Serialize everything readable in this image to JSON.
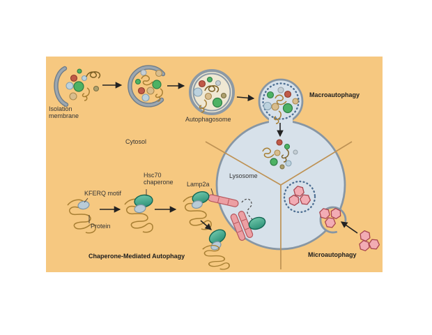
{
  "diagram": {
    "pathway_titles": {
      "macroautophagy": "Macroautophagy",
      "chaperone_mediated_autophagy": "Chaperone-Mediated Autophagy",
      "microautophagy": "Microautophagy"
    },
    "labels": {
      "isolation_membrane": "Isolation membrane",
      "autophagosome": "Autophagosome",
      "cytosol": "Cytosol",
      "lysosome": "Lysosome",
      "hsc70_chaperone": "Hsc70 chaperone",
      "lamp2a": "Lamp2a",
      "kferq_motif": "KFERQ motif",
      "protein": "Protein"
    },
    "colors": {
      "panel_background": "#F6C880",
      "membrane_gray": "#8796A4",
      "lysosome_fill": "#D7E1EA",
      "autophagosome_fill": "#EFE8D3",
      "chaperone_green": "#46AE92",
      "lamp2a_pink": "#EC9FA3",
      "hexagon_pink": "#F2ACB4",
      "divider_tan": "#BE9254",
      "protein_tan": "#A87F33",
      "arrow_black": "#222222"
    }
  }
}
